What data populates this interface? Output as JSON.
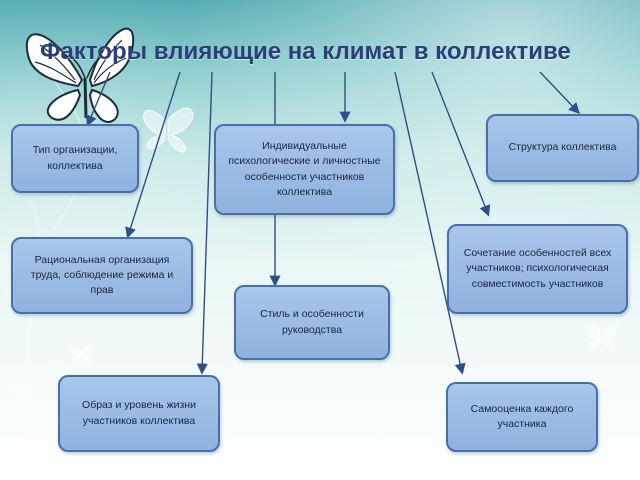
{
  "title": "Факторы влияющие на климат в коллективе",
  "boxes": {
    "org_type": "Тип организации, коллектива",
    "individual": "Индивидуальные психологические и личностные особенности участников коллектива",
    "structure": "Структура коллектива",
    "rational": "Рациональная организация труда, соблюдение режима и прав",
    "style": "Стиль и особенности руководства",
    "combination": "Сочетание особенностей всех участников; психологическая совместимость участников",
    "lifestyle": "Образ и уровень жизни участников коллектива",
    "self_esteem": "Самооценка каждого участника"
  },
  "colors": {
    "box_fill": "#99b9e3",
    "box_border": "#4a6fa8",
    "title": "#2a3f78",
    "arrow": "#2f4f86"
  },
  "decoration": [
    "butterfly-icon",
    "butterfly-icon"
  ]
}
